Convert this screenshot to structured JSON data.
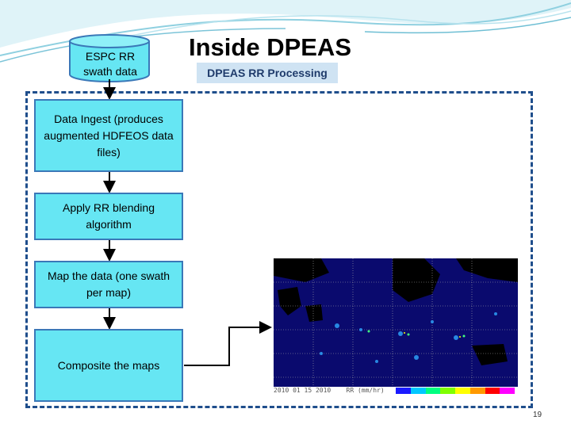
{
  "slide": {
    "title": "Inside DPEAS",
    "subtitle": "DPEAS RR Processing",
    "page_number": "19"
  },
  "input_source": {
    "label": "ESPC RR swath data"
  },
  "steps": [
    {
      "label": "Data Ingest (produces augmented HDFEOS data files)"
    },
    {
      "label": "Apply RR blending algorithm"
    },
    {
      "label": "Map the data (one swath per map)"
    },
    {
      "label": "Composite the maps"
    }
  ],
  "map_image": {
    "footer_left": "2010 01 15 2010",
    "footer_unit": "RR (mm/hr)",
    "colorbar_colors": [
      "#1a1aff",
      "#00c8ff",
      "#00ff80",
      "#80ff00",
      "#ffff00",
      "#ff9900",
      "#ff0000",
      "#ff00ff"
    ]
  },
  "colors": {
    "step_fill": "#66e6f3",
    "step_border": "#3a78b8",
    "frame": "#1f4e8c"
  }
}
